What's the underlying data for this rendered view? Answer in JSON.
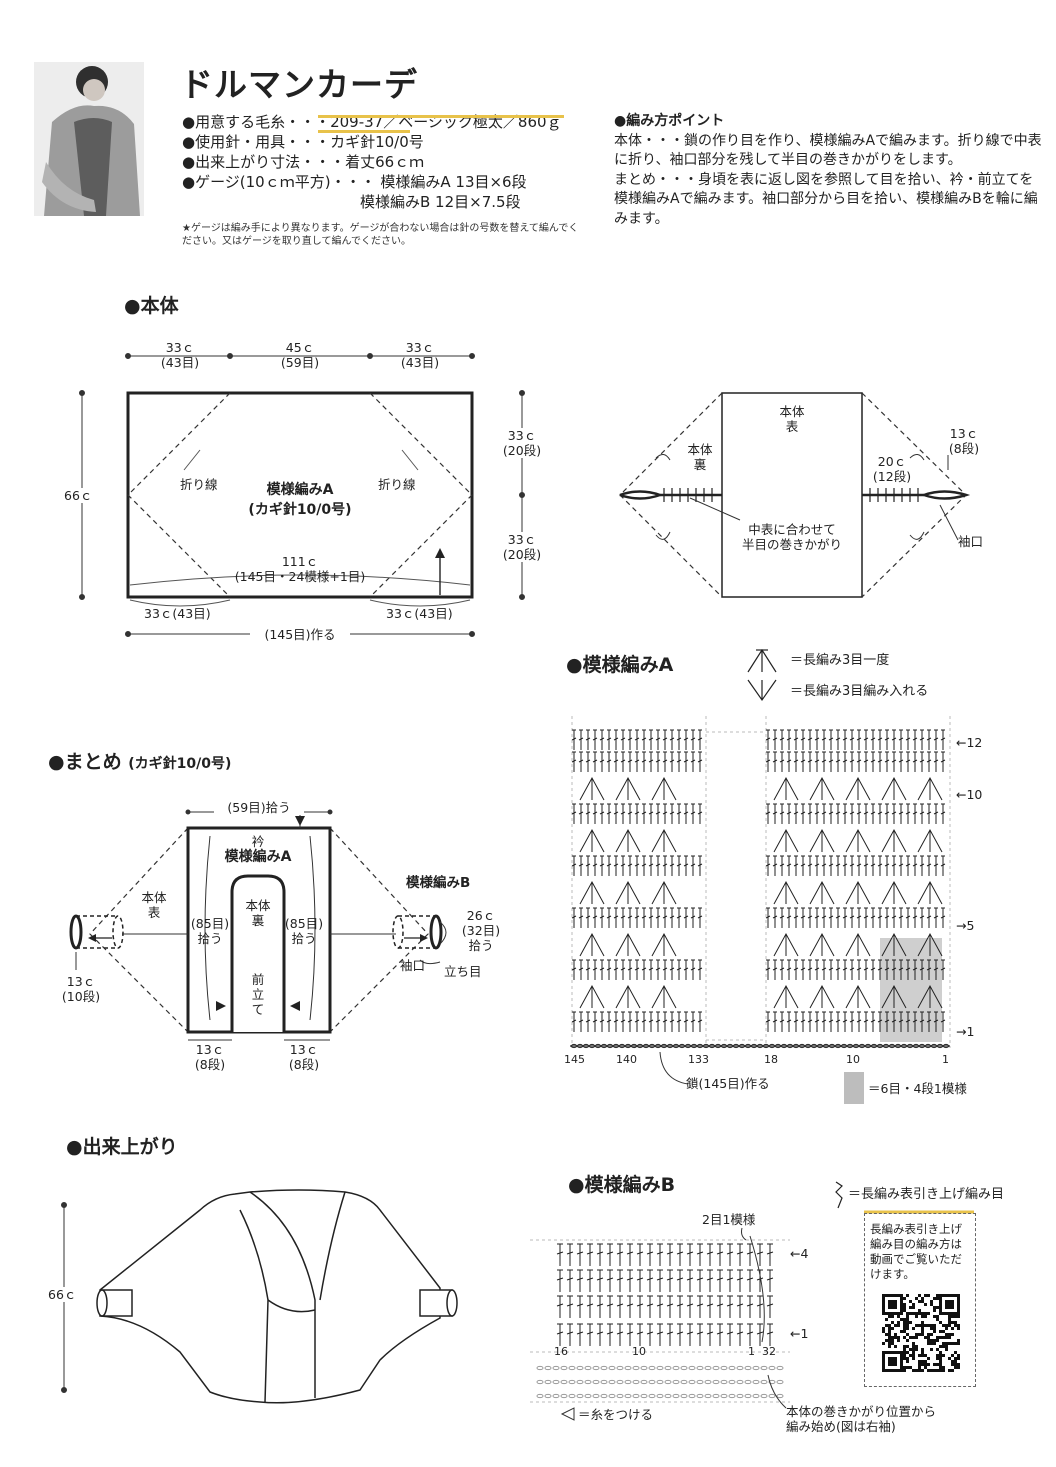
{
  "title": "ドルマンカーデ",
  "info": {
    "yarn": "●用意する毛糸・・・209-37／ベーシック極太／860ｇ",
    "needle": "●使用針・用具・・・カギ針10/0号",
    "size": "●出来上がり寸法・・・着丈66ｃｍ",
    "gauge_label": "●ゲージ(10ｃｍ平方)・・・",
    "gauge_a": "模様編みA 13目×6段",
    "gauge_b": "模様編みB 12目×7.5段"
  },
  "note": "★ゲージは編み手により異なります。ゲージが合わない場合は針の号数を替えて編んでください。又はゲージを取り直して編んでください。",
  "points": {
    "heading": "●編み方ポイント",
    "body": "本体・・・鎖の作り目を作り、模様編みAで編みます。折り線で中表に折り、袖口部分を残して半目の巻きかがりをします。",
    "finish": "まとめ・・・身頃を表に返し図を参照して目を拾い、衿・前立てを模様編みAで編みます。袖口部分から目を拾い、模様編みBを輪に編みます。"
  },
  "body_section": {
    "heading": "●本体",
    "w_left": "33ｃ",
    "w_left_st": "(43目)",
    "w_mid": "45ｃ",
    "w_mid_st": "(59目)",
    "w_right": "33ｃ",
    "w_right_st": "(43目)",
    "height": "66ｃ",
    "fold_left": "折り線",
    "fold_right": "折り線",
    "pattern": "模様編みA",
    "needle": "(カギ針10/0号)",
    "total": "111ｃ",
    "total_st": "(145目・24模様+1目)",
    "bottom_left": "33ｃ(43目)",
    "bottom_right": "33ｃ(43目)",
    "cast_on": "(145目)作る",
    "h_top": "33ｃ",
    "h_top_rows": "(20段)",
    "h_bottom": "33ｃ",
    "h_bottom_rows": "(20段)"
  },
  "fold_diagram": {
    "front": "本体",
    "front2": "表",
    "back": "本体",
    "back2": "裏",
    "join": "中表に合わせて",
    "join2": "半目の巻きかがり",
    "gap": "20ｃ",
    "gap_rows": "(12段)",
    "cuff": "13ｃ",
    "cuff_rows": "(8段)",
    "cuff_label": "袖口"
  },
  "pattern_a": {
    "heading": "●模様編みA",
    "legend1": "＝長編み3目一度",
    "legend2": "＝長編み3目編み入れる",
    "row12": "←12",
    "row10": "←10",
    "row5": "→5",
    "row1": "→1",
    "x145": "145",
    "x140": "140",
    "x133": "133",
    "x18": "18",
    "x10": "10",
    "x1": "1",
    "chain": "鎖(145目)作る",
    "repeat": "＝6目・4段1模様"
  },
  "matome": {
    "heading": "●まとめ",
    "needle": "(カギ針10/0号)",
    "pickup_top": "(59目)拾う",
    "collar": "衿",
    "pattern": "模様編みA",
    "front": "本体",
    "front2": "表",
    "back": "本体",
    "back2": "裏",
    "left_pick": "(85目)",
    "left_pick2": "拾う",
    "right_pick": "(85目)",
    "right_pick2": "拾う",
    "placket": "前",
    "placket2": "立",
    "placket3": "て",
    "bl": "13ｃ",
    "bl_rows": "(8段)",
    "br": "13ｃ",
    "br_rows": "(8段)",
    "cuff_l": "13ｃ",
    "cuff_l_rows": "(10段)",
    "pattern_b": "模様編みB",
    "cuff_r": "26ｃ",
    "cuff_r_st": "(32目)",
    "cuff_r_pick": "拾う",
    "cuff_label": "袖口",
    "stand": "立ち目"
  },
  "finished": {
    "heading": "●出来上がり",
    "height": "66ｃ"
  },
  "pattern_b": {
    "heading": "●模様編みB",
    "legend": "＝長編み表引き上げ編み目",
    "repeat": "2目1模様",
    "row4": "←4",
    "row1": "←1",
    "x16": "16",
    "x10": "10",
    "x1": "1",
    "x32": "32",
    "attach": "＝糸をつける",
    "start": "本体の巻きかがり位置から",
    "start2": "編み始め(図は右袖)"
  },
  "qr": {
    "text": "長編み表引き上げ編み目の編み方は動画でご覧いただけます。"
  }
}
